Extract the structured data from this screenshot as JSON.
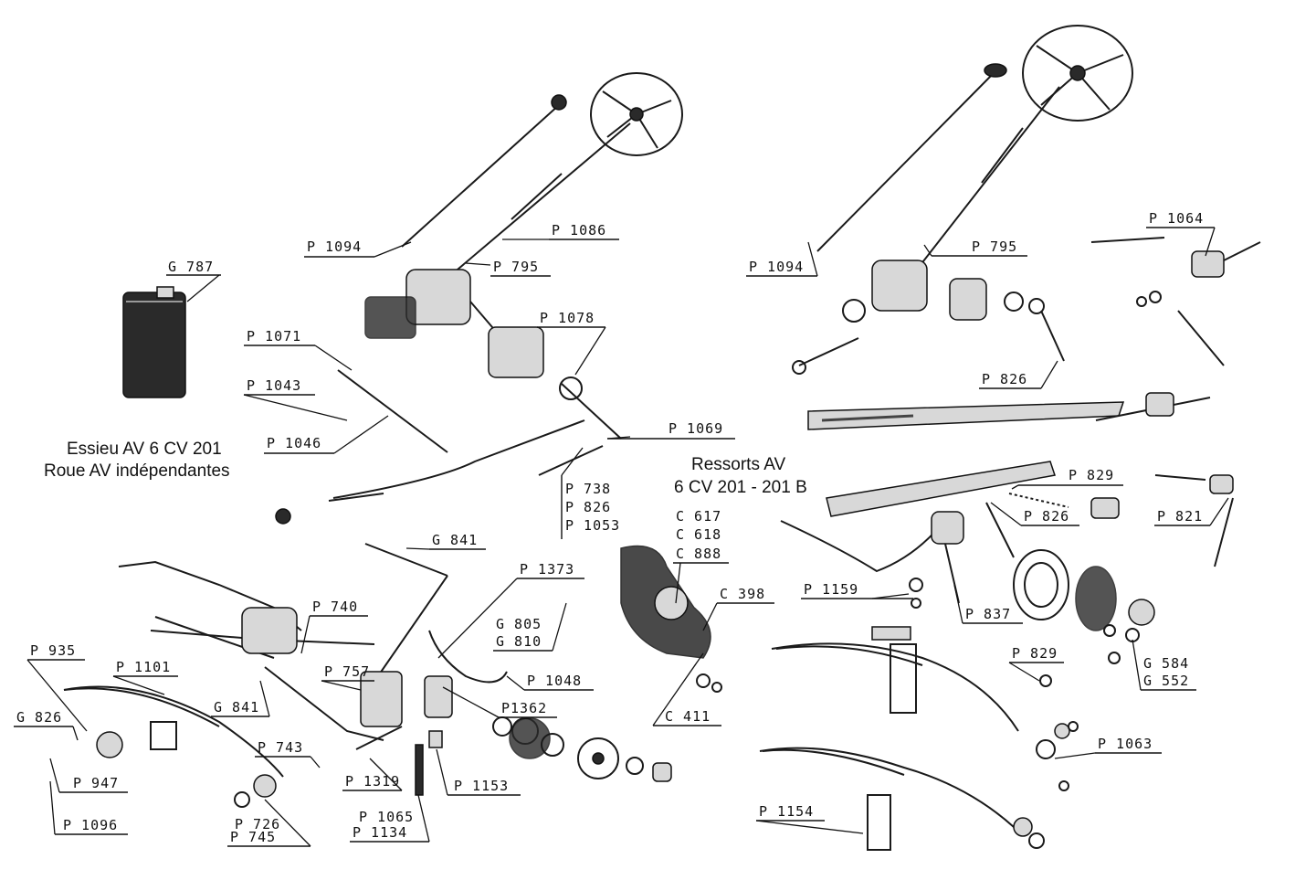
{
  "titles": {
    "left_line1": "Essieu AV 6 CV 201",
    "left_line2": "Roue AV indépendantes",
    "right_line1": "Ressorts AV",
    "right_line2": "6 CV 201 - 201 B"
  },
  "labels": {
    "g787": "G 787",
    "p1094_left": "P 1094",
    "p1086": "P 1086",
    "p795_left": "P 795",
    "p1071": "P 1071",
    "p1043": "P 1043",
    "p1046": "P 1046",
    "p1078": "P 1078",
    "p1069": "P 1069",
    "p738": "P 738",
    "p826_mid": "P 826",
    "p1053": "P 1053",
    "c617": "C 617",
    "c618": "C 618",
    "c888": "C 888",
    "c398": "C 398",
    "c411": "C 411",
    "g841_top": "G 841",
    "p1373": "P 1373",
    "g805": "G 805",
    "g810": "G 810",
    "p740": "P 740",
    "p935": "P 935",
    "p1101": "P 1101",
    "p757": "P 757",
    "g841_bottom": "G 841",
    "p1048": "P 1048",
    "p1362": "P1362",
    "g826": "G 826",
    "p743": "P 743",
    "p947": "P 947",
    "p1319": "P 1319",
    "p1153": "P 1153",
    "p1096": "P 1096",
    "p726": "P 726",
    "p745": "P 745",
    "p1065": "P 1065",
    "p1134": "P 1134",
    "p1094_right": "P 1094",
    "p795_right": "P 795",
    "p1064": "P 1064",
    "p826_right_top": "P 826",
    "p829_top": "P 829",
    "p826_right_mid": "P 826",
    "p821": "P 821",
    "p1159": "P 1159",
    "p837": "P 837",
    "p829_bottom": "P 829",
    "g584": "G 584",
    "g552": "G 552",
    "p1063": "P 1063",
    "p1154": "P 1154"
  }
}
